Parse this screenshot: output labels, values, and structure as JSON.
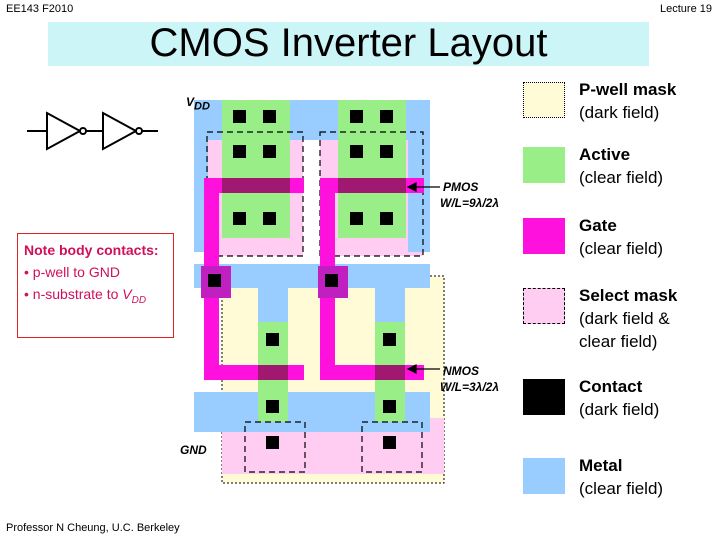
{
  "header": {
    "course": "EE143  F2010",
    "lecture": "Lecture 19"
  },
  "title": "CMOS Inverter Layout",
  "footer": "Professor  N Cheung, U.C. Berkeley",
  "note": {
    "title": "Note body contacts:",
    "items": [
      {
        "bullet": "•",
        "text": "p-well to GND",
        "sub": ""
      },
      {
        "bullet": "•",
        "text": "n-substrate to ",
        "italic": "V",
        "sub": "DD"
      }
    ]
  },
  "labels": {
    "vdd_main": "V",
    "vdd_sub": "DD",
    "gnd": "GND",
    "pmos_name": "PMOS",
    "pmos_ratio": "W/L=9λ/2λ",
    "nmos_name": "NMOS",
    "nmos_ratio": "W/L=3λ/2λ"
  },
  "legend": [
    {
      "name": "P-well mask",
      "desc": "(dark field)",
      "desc2": "",
      "color": "#fffbd6",
      "style": "dotted"
    },
    {
      "name": "Active",
      "desc": "(clear field)",
      "desc2": "",
      "color": "#99ee88",
      "style": "solid"
    },
    {
      "name": "Gate",
      "desc": "(clear field)",
      "desc2": "",
      "color": "#ff11dd",
      "style": "solid"
    },
    {
      "name": "Select mask",
      "desc": "(dark field &",
      "desc2": "clear field)",
      "color": "#ffccf2",
      "style": "dashed"
    },
    {
      "name": "Contact",
      "desc": "(dark field)",
      "desc2": "",
      "color": "#000000",
      "style": "solid"
    },
    {
      "name": "Metal",
      "desc": "(clear field)",
      "desc2": "",
      "color": "#99ccff",
      "style": "solid"
    }
  ]
}
